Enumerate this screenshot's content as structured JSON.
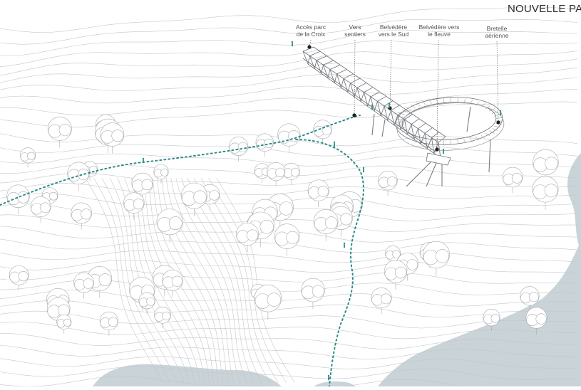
{
  "title": "NOUVELLE PAS",
  "colors": {
    "background": "#ffffff",
    "line": "#b9bcbf",
    "trail": "#2d8c85",
    "water": "#c9d3d8",
    "text": "#555555",
    "person": "#2d8c85"
  },
  "labels": [
    {
      "id": "acces-parc",
      "lines": [
        "Accès parc",
        "de la Croix"
      ]
    },
    {
      "id": "vers-sentiers",
      "lines": [
        "Vers",
        "sentiers"
      ]
    },
    {
      "id": "belvedere-sud",
      "lines": [
        "Belvédère",
        "vers le Sud"
      ]
    },
    {
      "id": "belvedere-fleuve",
      "lines": [
        "Belvédère vers",
        "le fleuve"
      ]
    },
    {
      "id": "bretelle",
      "lines": [
        "Bretelle",
        "aérienne"
      ]
    }
  ]
}
